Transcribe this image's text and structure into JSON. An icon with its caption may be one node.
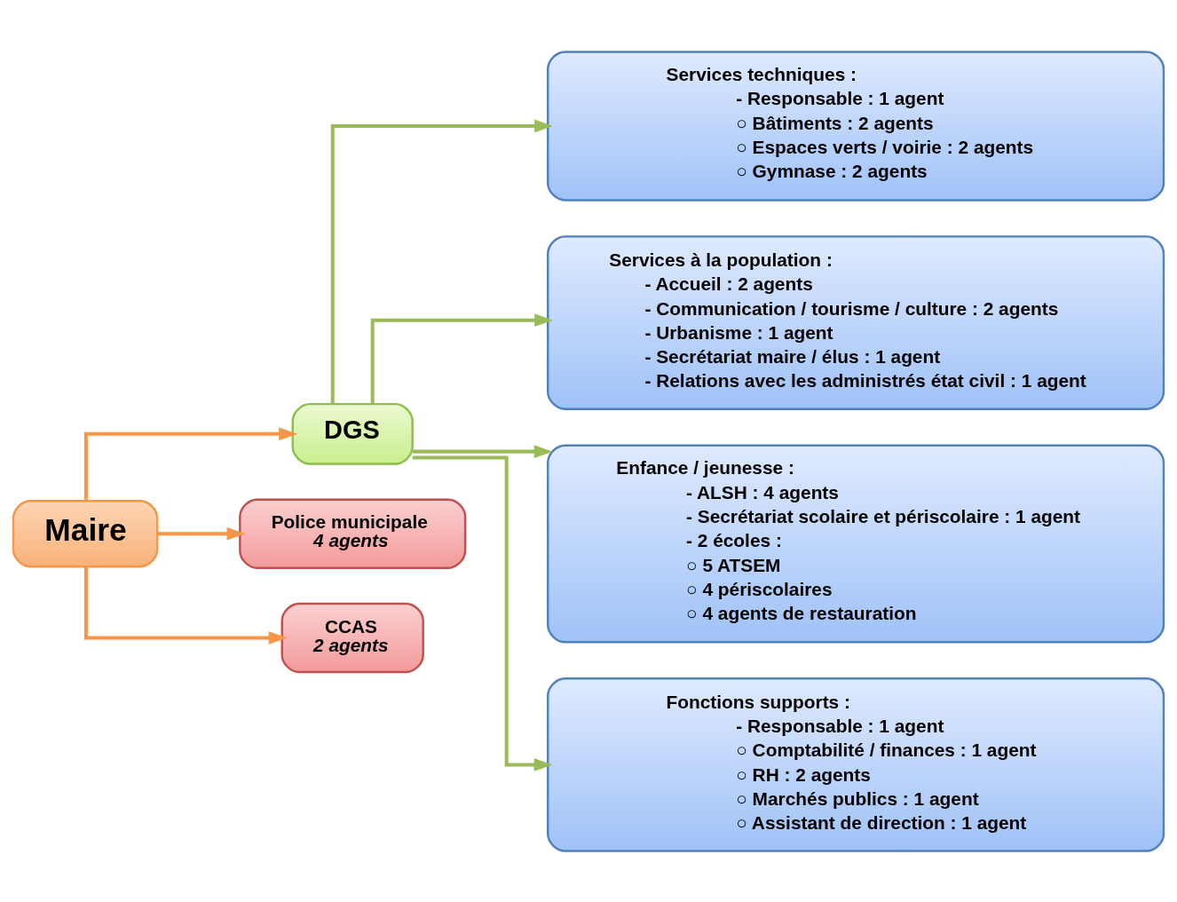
{
  "diagram": {
    "nodes": [
      {
        "text": [
          "Maire"
        ]
      },
      {
        "text": [
          "DGS"
        ]
      },
      {
        "text": [
          "Police municipale",
          "4 agents"
        ]
      },
      {
        "text": [
          "CCAS",
          "2 agents"
        ]
      },
      {
        "text": [
          "Services techniques :",
          "- Responsable : 1 agent",
          "○ Bâtiments : 2 agents",
          "○ Espaces verts / voirie : 2 agents",
          "○ Gymnase : 2 agents"
        ]
      },
      {
        "text": [
          "Services à la population :",
          "- Accueil : 2 agents",
          "- Communication / tourisme / culture : 2 agents",
          "- Urbanisme : 1 agent",
          "- Secrétariat maire / élus : 1 agent",
          "- Relations avec les administrés état civil : 1 agent"
        ]
      },
      {
        "text": [
          "Enfance / jeunesse :",
          "- ALSH : 4 agents",
          "- Secrétariat scolaire et périscolaire : 1 agent",
          "- 2 écoles :",
          "○ 5 ATSEM",
          "○ 4 périscolaires",
          "○ 4 agents de restauration"
        ]
      },
      {
        "text": [
          "Fonctions supports :",
          "- Responsable : 1 agent",
          "○ Comptabilité / finances : 1 agent",
          "○ RH : 2 agents",
          "○ Marchés publics : 1 agent",
          "○ Assistant de direction : 1 agent"
        ]
      }
    ],
    "edges": [
      {
        "from": 0,
        "to": 1,
        "arrow": "to",
        "color": "#f79646"
      },
      {
        "from": 1,
        "to": 4,
        "arrow": "to"
      },
      {
        "from": 1,
        "to": 5,
        "arrow": "to"
      },
      {
        "from": 1,
        "to": 6,
        "arrow": "to"
      },
      {
        "from": 1,
        "to": 7,
        "arrow": "to"
      },
      {
        "from": 0,
        "to": 2,
        "arrow": "to",
        "color": "#f79646"
      },
      {
        "from": 0,
        "to": 3,
        "arrow": "to",
        "color": "#f79646"
      }
    ]
  }
}
